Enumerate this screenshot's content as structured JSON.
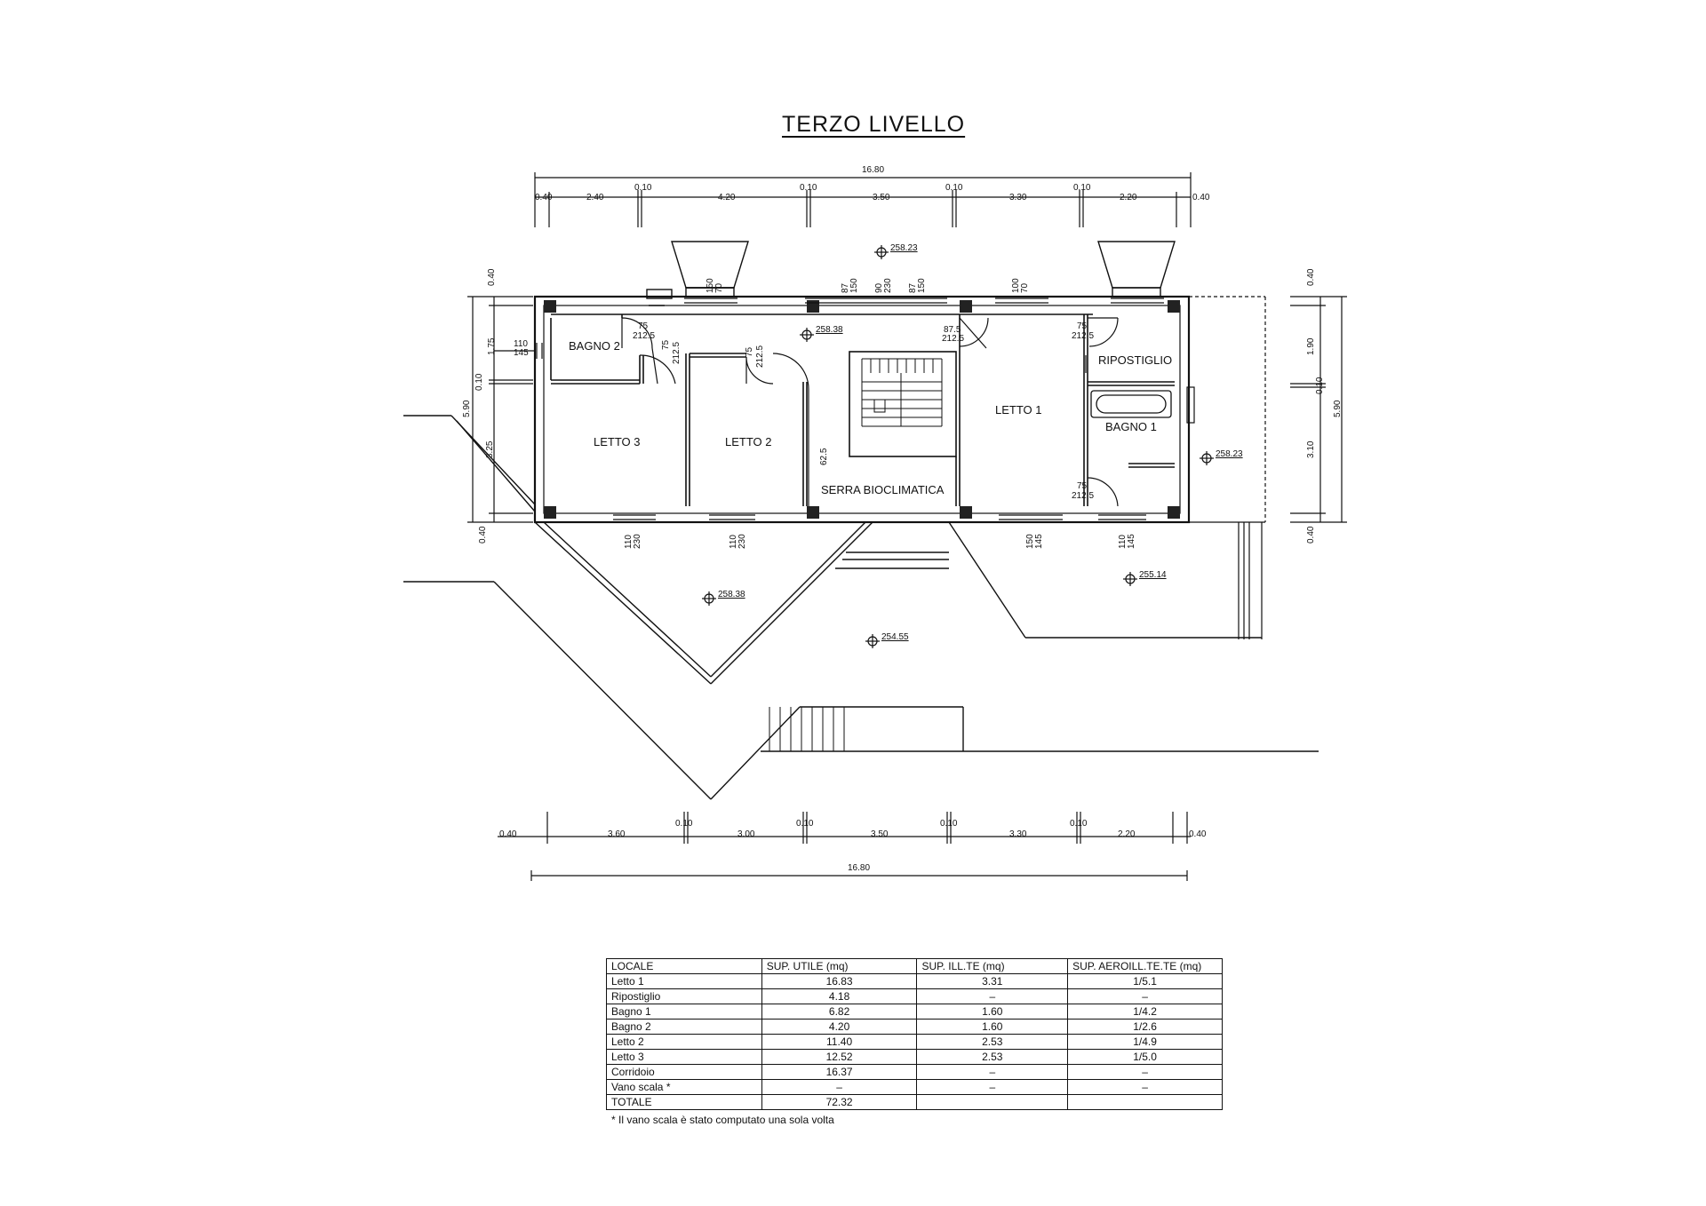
{
  "title": "TERZO LIVELLO",
  "top_dims": {
    "total": "16.80",
    "segments": [
      "0.40",
      "2.40",
      "4.20",
      "3.50",
      "3.30",
      "2.20"
    ],
    "walls": [
      "0.10",
      "0.10",
      "0.10",
      "0.10"
    ],
    "end": "0.40"
  },
  "bottom_dims": {
    "total": "16.80",
    "start": "0.40",
    "segments": [
      "3.60",
      "3.00",
      "3.50",
      "3.30",
      "2.20"
    ],
    "walls": [
      "0.10",
      "0.10",
      "0.10",
      "0.10"
    ],
    "end": "0.40"
  },
  "left_dims": {
    "total": "5.90",
    "segments": [
      "0.40",
      "1.75",
      "0.10",
      "3.25",
      "0.40"
    ]
  },
  "right_dims": {
    "total": "5.90",
    "segments": [
      "0.40",
      "1.90",
      "0.10",
      "3.10",
      "0.40"
    ]
  },
  "rooms": {
    "bagno2": "BAGNO 2",
    "letto3": "LETTO 3",
    "letto2": "LETTO 2",
    "serra": "SERRA BIOCLIMATICA",
    "letto1": "LETTO 1",
    "ripostiglio": "RIPOSTIGLIO",
    "bagno1": "BAGNO 1"
  },
  "elevations": [
    "258.23",
    "258.38",
    "258.23",
    "258.38",
    "255.14",
    "254.55"
  ],
  "openings": {
    "door_75": "75",
    "door_2125": "212.5",
    "door_875": "87.5",
    "win_110": "110",
    "win_145": "145",
    "win_230": "230",
    "win_150": "150",
    "win_70": "70",
    "win_90": "90",
    "win_100": "100",
    "win_87": "87",
    "serra_625": "62.5"
  },
  "table": {
    "headers": [
      "LOCALE",
      "SUP. UTILE (mq)",
      "SUP. ILL.TE (mq)",
      "SUP. AEROILL.TE.TE (mq)"
    ],
    "rows": [
      [
        "Letto 1",
        "16.83",
        "3.31",
        "1/5.1"
      ],
      [
        "Ripostiglio",
        "4.18",
        "–",
        "–"
      ],
      [
        "Bagno 1",
        "6.82",
        "1.60",
        "1/4.2"
      ],
      [
        "Bagno 2",
        "4.20",
        "1.60",
        "1/2.6"
      ],
      [
        "Letto 2",
        "11.40",
        "2.53",
        "1/4.9"
      ],
      [
        "Letto 3",
        "12.52",
        "2.53",
        "1/5.0"
      ],
      [
        "Corridoio",
        "16.37",
        "–",
        "–"
      ],
      [
        "Vano scala *",
        "–",
        "–",
        "–"
      ],
      [
        "TOTALE",
        "72.32",
        "",
        ""
      ]
    ],
    "note": "* Il vano scala è stato computato una sola volta"
  }
}
